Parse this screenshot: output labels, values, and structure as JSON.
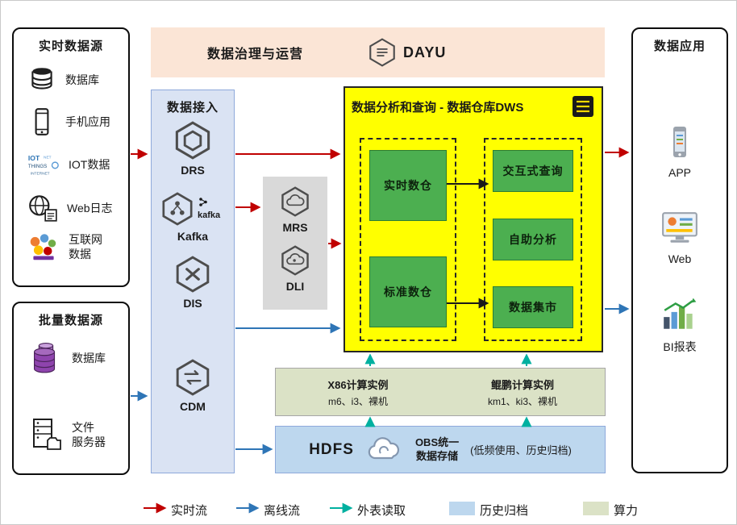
{
  "banner": {
    "title": "数据治理与运营",
    "logo_text": "DAYU",
    "logo_icon": "dayu-hexagon-icon"
  },
  "realtime_sources": {
    "title": "实时数据源",
    "items": [
      {
        "label": "数据库",
        "icon": "database-icon"
      },
      {
        "label": "手机应用",
        "icon": "phone-icon"
      },
      {
        "label": "IOT数据",
        "icon": "iot-wordcloud-icon"
      },
      {
        "label": "Web日志",
        "icon": "globe-document-icon"
      },
      {
        "label": "互联网\n数据",
        "icon": "internet-wordcloud-icon"
      }
    ]
  },
  "batch_sources": {
    "title": "批量数据源",
    "items": [
      {
        "label": "数据库",
        "icon": "database-purple-icon"
      },
      {
        "label": "文件\n服务器",
        "icon": "file-server-icon"
      }
    ]
  },
  "ingestion": {
    "title": "数据接入",
    "items": [
      {
        "label": "DRS",
        "icon": "drs-hexagon-icon"
      },
      {
        "label": "Kafka",
        "icon": "kafka-hexagon-icon"
      },
      {
        "label": "DIS",
        "icon": "dis-hexagon-icon"
      },
      {
        "label": "CDM",
        "icon": "cdm-hexagon-icon"
      }
    ],
    "kafka_mark": "kafka"
  },
  "processing": {
    "items": [
      {
        "label": "MRS",
        "icon": "mrs-hexagon-icon"
      },
      {
        "label": "DLI",
        "icon": "dli-hexagon-icon"
      }
    ]
  },
  "dws": {
    "title": "数据分析和查询 - 数据仓库DWS",
    "title_icon": "dws-document-icon",
    "warehouses": [
      "实时数仓",
      "标准数仓"
    ],
    "services": [
      "交互式查询",
      "自助分析",
      "数据集市"
    ]
  },
  "compute": {
    "x86_title": "X86计算实例",
    "x86_spec": "m6、i3、裸机",
    "kunpeng_title": "鲲鹏计算实例",
    "kunpeng_spec": "km1、ki3、裸机"
  },
  "storage": {
    "hdfs": "HDFS",
    "obs": "OBS统一\n数据存储",
    "obs_icon": "cloud-icon",
    "note": "(低频使用、历史归档)"
  },
  "applications": {
    "title": "数据应用",
    "items": [
      {
        "label": "APP",
        "icon": "smartphone-icon"
      },
      {
        "label": "Web",
        "icon": "monitor-icon"
      },
      {
        "label": "BI报表",
        "icon": "bar-chart-icon"
      }
    ]
  },
  "legend": {
    "realtime": "实时流",
    "offline": "离线流",
    "external": "外表读取",
    "archive": "历史归档",
    "compute": "算力"
  },
  "colors": {
    "realtime_flow": "#c00000",
    "offline_flow": "#2e75b6",
    "external_read": "#00b0a0",
    "archive_bg": "#bdd7ee",
    "compute_bg": "#dbe2c6",
    "dws_bg": "#ffff00",
    "green_box": "#4caf50",
    "banner_bg": "#fbe5d6",
    "ingestion_bg": "#dae3f3",
    "gray_box": "#d9d9d9"
  }
}
